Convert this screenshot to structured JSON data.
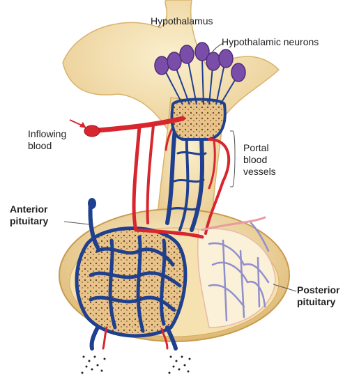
{
  "labels": {
    "hypothalamus": "Hypothalamus",
    "hypothalamic_neurons": "Hypothalamic neurons",
    "inflowing_blood": "Inflowing blood",
    "portal_blood_vessels": "Portal blood vessels",
    "anterior_pituitary": "Anterior pituitary",
    "posterior_pituitary": "Posterior pituitary"
  },
  "colors": {
    "tissue": "#f3dba0",
    "tissue_dark": "#d9b36a",
    "artery": "#d8262e",
    "vein": "#1f3f8f",
    "neuron": "#7a4ea8",
    "capillary_bed": "#e8c58a"
  }
}
